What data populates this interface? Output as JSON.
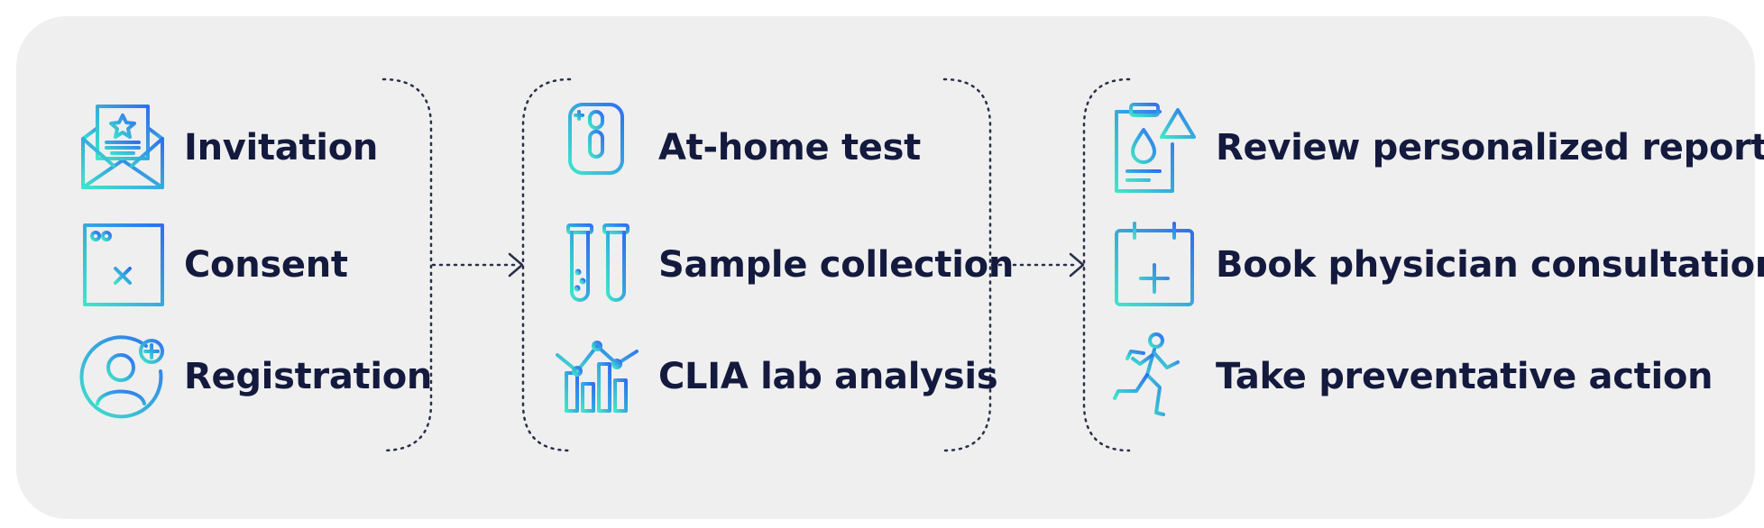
{
  "colors": {
    "gradient_start": "#3ee6c8",
    "gradient_end": "#2f6ff2",
    "text": "#141a3e",
    "panel": "#efefef",
    "dots": "#2a2f4a"
  },
  "columns": [
    {
      "items": [
        {
          "icon": "envelope-invitation-icon",
          "label": "Invitation"
        },
        {
          "icon": "browser-window-consent-icon",
          "label": "Consent"
        },
        {
          "icon": "user-add-icon",
          "label": "Registration"
        }
      ]
    },
    {
      "items": [
        {
          "icon": "home-test-swab-icon",
          "label": "At-home test"
        },
        {
          "icon": "test-tubes-icon",
          "label": "Sample collection"
        },
        {
          "icon": "bar-line-chart-icon",
          "label": "CLIA lab analysis"
        }
      ]
    },
    {
      "items": [
        {
          "icon": "clipboard-report-alert-icon",
          "label": "Review personalized report"
        },
        {
          "icon": "calendar-add-icon",
          "label": "Book physician consultation"
        },
        {
          "icon": "runner-icon",
          "label": "Take preventative action"
        }
      ]
    }
  ]
}
